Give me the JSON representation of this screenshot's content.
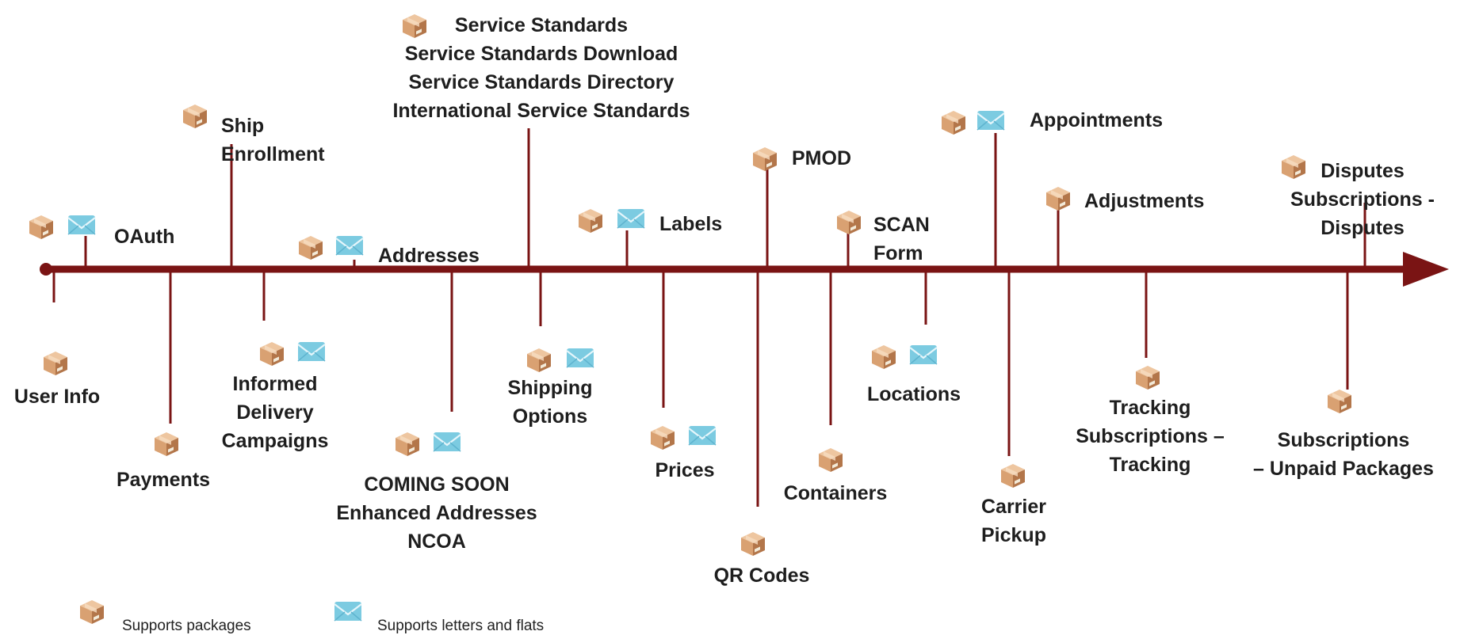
{
  "nodes": [
    {
      "id": "user-info",
      "lines": [
        "User Info"
      ],
      "icons": [
        "package"
      ]
    },
    {
      "id": "oauth",
      "lines": [
        "OAuth"
      ],
      "icons": [
        "package",
        "letter"
      ]
    },
    {
      "id": "payments",
      "lines": [
        "Payments"
      ],
      "icons": [
        "package"
      ]
    },
    {
      "id": "ship-enrollment",
      "lines": [
        "Ship",
        "Enrollment"
      ],
      "icons": [
        "package"
      ]
    },
    {
      "id": "informed-delivery",
      "lines": [
        "Informed",
        "Delivery",
        "Campaigns"
      ],
      "icons": [
        "package",
        "letter"
      ]
    },
    {
      "id": "addresses",
      "lines": [
        "Addresses"
      ],
      "icons": [
        "package",
        "letter"
      ]
    },
    {
      "id": "enhanced-addresses",
      "lines": [
        "COMING SOON",
        "Enhanced Addresses",
        "NCOA"
      ],
      "icons": [
        "package",
        "letter"
      ]
    },
    {
      "id": "service-standards",
      "lines": [
        "Service Standards",
        "Service Standards  Download",
        "Service Standards Directory",
        "International Service Standards"
      ],
      "icons": [
        "package"
      ]
    },
    {
      "id": "shipping-options",
      "lines": [
        "Shipping",
        "Options"
      ],
      "icons": [
        "package",
        "letter"
      ]
    },
    {
      "id": "labels",
      "lines": [
        "Labels"
      ],
      "icons": [
        "package",
        "letter"
      ]
    },
    {
      "id": "prices",
      "lines": [
        "Prices"
      ],
      "icons": [
        "package",
        "letter"
      ]
    },
    {
      "id": "qr-codes",
      "lines": [
        "QR Codes"
      ],
      "icons": [
        "package"
      ]
    },
    {
      "id": "pmod",
      "lines": [
        "PMOD"
      ],
      "icons": [
        "package"
      ]
    },
    {
      "id": "containers",
      "lines": [
        "Containers"
      ],
      "icons": [
        "package"
      ]
    },
    {
      "id": "scan-form",
      "lines": [
        "SCAN",
        "Form"
      ],
      "icons": [
        "package"
      ]
    },
    {
      "id": "locations",
      "lines": [
        "Locations"
      ],
      "icons": [
        "package",
        "letter"
      ]
    },
    {
      "id": "appointments",
      "lines": [
        "Appointments"
      ],
      "icons": [
        "package",
        "letter"
      ]
    },
    {
      "id": "carrier-pickup",
      "lines": [
        "Carrier",
        "Pickup"
      ],
      "icons": [
        "package"
      ]
    },
    {
      "id": "adjustments",
      "lines": [
        "Adjustments"
      ],
      "icons": [
        "package"
      ]
    },
    {
      "id": "tracking-subscriptions",
      "lines": [
        "Tracking",
        "Subscriptions –",
        "Tracking"
      ],
      "icons": [
        "package"
      ]
    },
    {
      "id": "unpaid-packages",
      "lines": [
        "Subscriptions",
        "– Unpaid Packages"
      ],
      "icons": [
        "package"
      ]
    },
    {
      "id": "disputes",
      "lines": [
        "Disputes",
        "Subscriptions -",
        "Disputes"
      ],
      "icons": [
        "package"
      ]
    }
  ],
  "legend": {
    "package_label": "Supports packages",
    "letter_label": "Supports letters and flats"
  },
  "colors": {
    "timeline": "#7a1414",
    "box_light": "#e3b28a",
    "box_dark": "#b97a4e",
    "envelope": "#8fd3e6",
    "envelope_dark": "#4aa8c4"
  }
}
